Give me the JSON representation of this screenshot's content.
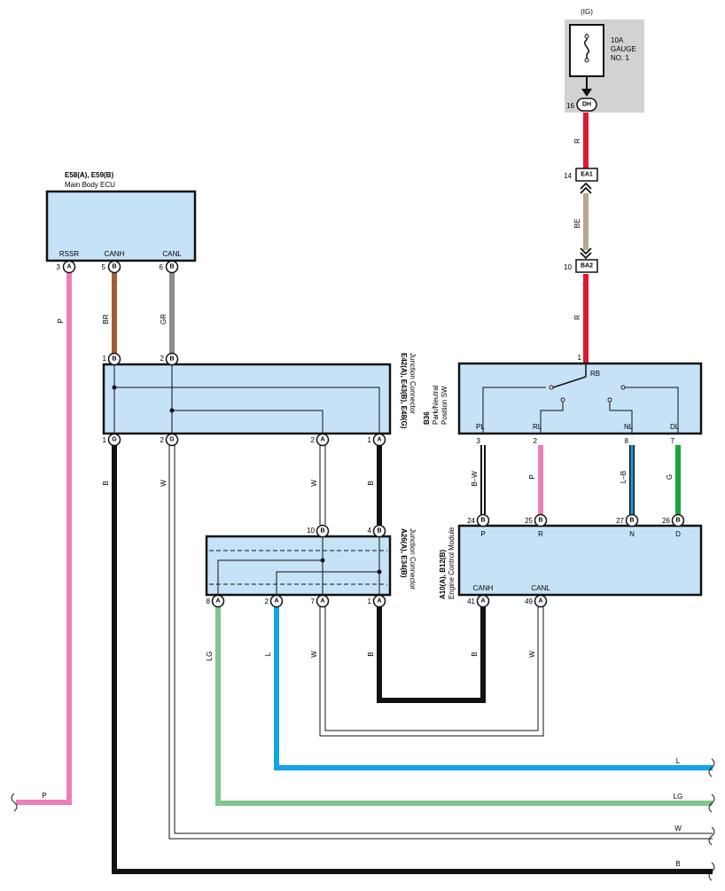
{
  "fuse": {
    "ig_label": "(IG)",
    "rating": "10A",
    "name_line1": "GAUGE",
    "name_line2": "NO. 1",
    "pin_num": "16",
    "pin_code": "DH"
  },
  "connectors_inline": [
    {
      "num": "14",
      "code": "EA1"
    },
    {
      "num": "10",
      "code": "BA2"
    }
  ],
  "main_body_ecu": {
    "title": "E58(A), E59(B)",
    "subtitle": "Main Body ECU",
    "terminals": [
      {
        "name": "RSSR",
        "num": "3",
        "letter": "A"
      },
      {
        "name": "CANH",
        "num": "5",
        "letter": "B"
      },
      {
        "name": "CANL",
        "num": "6",
        "letter": "B"
      }
    ]
  },
  "jc_upper": {
    "title": "E42(A), E43(B), E48(G)",
    "subtitle": "Junction Connector",
    "top_pins": [
      {
        "num": "1",
        "letter": "B"
      },
      {
        "num": "2",
        "letter": "B"
      }
    ],
    "bottom_pins": [
      {
        "num": "1",
        "letter": "G"
      },
      {
        "num": "2",
        "letter": "G"
      },
      {
        "num": "2",
        "letter": "A"
      },
      {
        "num": "1",
        "letter": "A"
      }
    ]
  },
  "jc_lower": {
    "title": "A26(A), E34(B)",
    "subtitle": "Junction Connector",
    "top_pins": [
      {
        "num": "10",
        "letter": "B"
      },
      {
        "num": "4",
        "letter": "B"
      }
    ],
    "bottom_pins": [
      {
        "num": "8",
        "letter": "A"
      },
      {
        "num": "2",
        "letter": "A"
      },
      {
        "num": "7",
        "letter": "A"
      },
      {
        "num": "1",
        "letter": "A"
      }
    ]
  },
  "pnp_switch": {
    "title": "B36",
    "subtitle_line1": "Park/Neutral",
    "subtitle_line2": "Position SW",
    "input_num": "1",
    "input_name": "RB",
    "terminals": [
      {
        "name": "PL",
        "num": "3"
      },
      {
        "name": "RL",
        "num": "2"
      },
      {
        "name": "NL",
        "num": "8"
      },
      {
        "name": "DL",
        "num": "7"
      }
    ]
  },
  "ecm": {
    "title": "A10(A), B12(B)",
    "subtitle": "Engine Control Module",
    "top_terminals": [
      {
        "name": "P",
        "num": "24",
        "letter": "B"
      },
      {
        "name": "R",
        "num": "25",
        "letter": "B"
      },
      {
        "name": "N",
        "num": "27",
        "letter": "B"
      },
      {
        "name": "D",
        "num": "26",
        "letter": "B"
      }
    ],
    "bottom_terminals": [
      {
        "name": "CANH",
        "num": "41",
        "letter": "A"
      },
      {
        "name": "CANL",
        "num": "49",
        "letter": "A"
      }
    ]
  },
  "wire_labels": {
    "r1": "R",
    "be": "BE",
    "r2": "R",
    "p_ecu": "P",
    "br": "BR",
    "gr": "GR",
    "b_left": "B",
    "w_left": "W",
    "w_mid": "W",
    "b_mid": "B",
    "bw": "B–W",
    "p_sw": "P",
    "lb": "L–B",
    "g": "G",
    "lg_jc": "LG",
    "l_jc": "L",
    "w_jc": "W",
    "b_jc": "B",
    "b_ecm": "B",
    "w_ecm": "W"
  },
  "edge_labels": {
    "p_left": "P",
    "l": "L",
    "lg": "LG",
    "w": "W",
    "b": "B"
  },
  "colors": {
    "red": "#e0192d",
    "beige": "#b5a78f",
    "pink": "#ec7fb9",
    "brown": "#a55d35",
    "gray": "#8c8c8c",
    "black": "#111111",
    "blue": "#14a3e6",
    "green": "#1aa541",
    "light_green": "#7fc68f",
    "box_fill": "#c6e2f7",
    "fuse_bg": "#d2d2d2"
  }
}
